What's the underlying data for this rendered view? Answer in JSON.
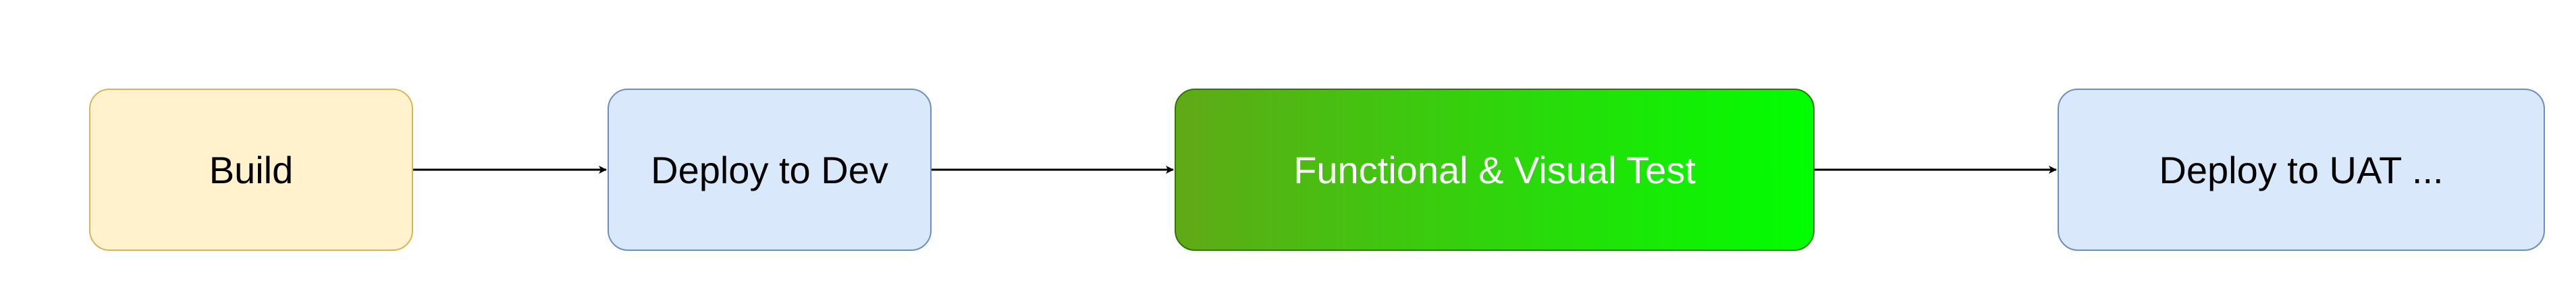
{
  "diagram": {
    "nodes": [
      {
        "id": "build",
        "label": "Build",
        "fill": "#fff2cc",
        "stroke": "#d6b656"
      },
      {
        "id": "deploy-dev",
        "label": "Deploy to Dev",
        "fill": "#dae8fc",
        "stroke": "#6c8ebf"
      },
      {
        "id": "test",
        "label": "Functional & Visual Test",
        "fill_gradient": [
          "#60a917",
          "#00ff00"
        ],
        "stroke": "#2d7600",
        "text_color": "#ffffff"
      },
      {
        "id": "deploy-uat",
        "label": "Deploy to UAT ...",
        "fill": "#dae8fc",
        "stroke": "#6c8ebf"
      }
    ],
    "edges": [
      {
        "from": "build",
        "to": "deploy-dev"
      },
      {
        "from": "deploy-dev",
        "to": "test"
      },
      {
        "from": "test",
        "to": "deploy-uat"
      }
    ]
  }
}
